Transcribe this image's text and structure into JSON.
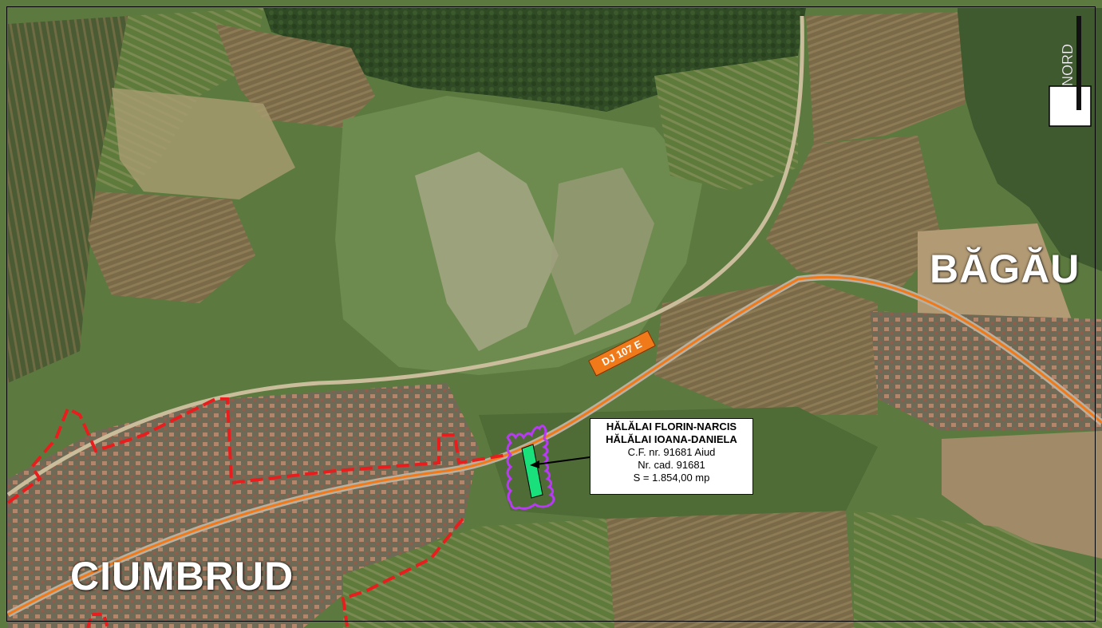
{
  "towns": {
    "bagau": "BĂGĂU",
    "ciumbrud": "CIUMBRUD"
  },
  "road": {
    "label": "DJ 107 E"
  },
  "parcel": {
    "owner1": "HĂLĂLAI FLORIN-NARCIS",
    "owner2": "HĂLĂLAI IOANA-DANIELA",
    "cf": "C.F. nr. 91681 Aiud",
    "cad": "Nr. cad. 91681",
    "area": "S = 1.854,00 mp"
  },
  "north": {
    "label": "NORD"
  },
  "colors": {
    "road": "#f07a1a",
    "village_boundary": "#e81e1e",
    "buffer": "#b93af5",
    "parcel": "#19e07a"
  }
}
